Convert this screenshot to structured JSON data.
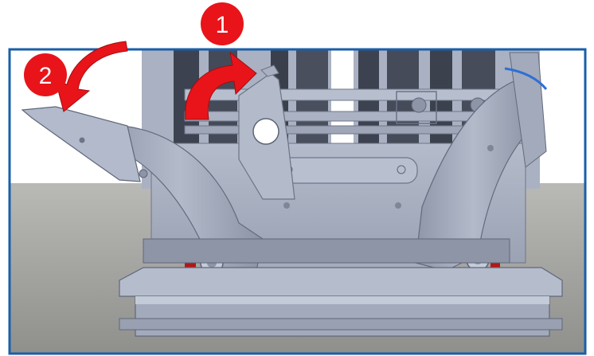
{
  "diagram": {
    "frame_color": "#1a5fa8",
    "accent_color": "#e8141a",
    "steps": [
      {
        "label": "1",
        "arrow": "curved-arrow-up-right"
      },
      {
        "label": "2",
        "arrow": "curved-arrow-down-left"
      }
    ]
  }
}
